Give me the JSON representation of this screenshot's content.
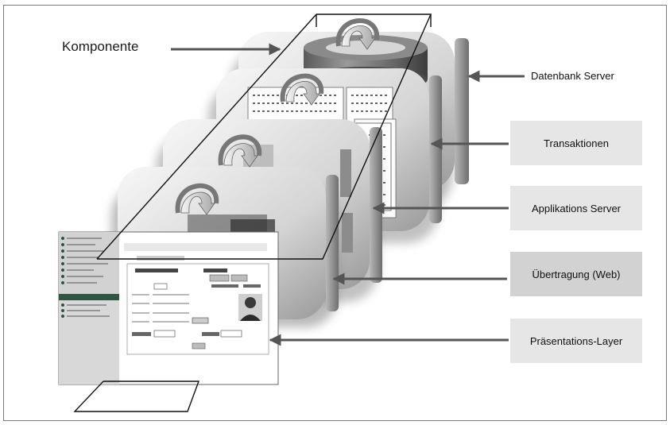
{
  "labels": {
    "komponente": "Komponente",
    "datenbank_server": "Datenbank Server",
    "transaktionen": "Transaktionen",
    "applikations_server": "Applikations Server",
    "uebertragung": "Übertragung (Web)",
    "praesentation": "Präsentations-Layer"
  },
  "colors": {
    "arrow": "#555555",
    "label_box": "#e6e6e6",
    "highlight_box": "#d2d2d2",
    "sidebar": "#2e5540"
  },
  "icons": [
    "curved-arrow-icon",
    "database-cylinder-icon"
  ]
}
